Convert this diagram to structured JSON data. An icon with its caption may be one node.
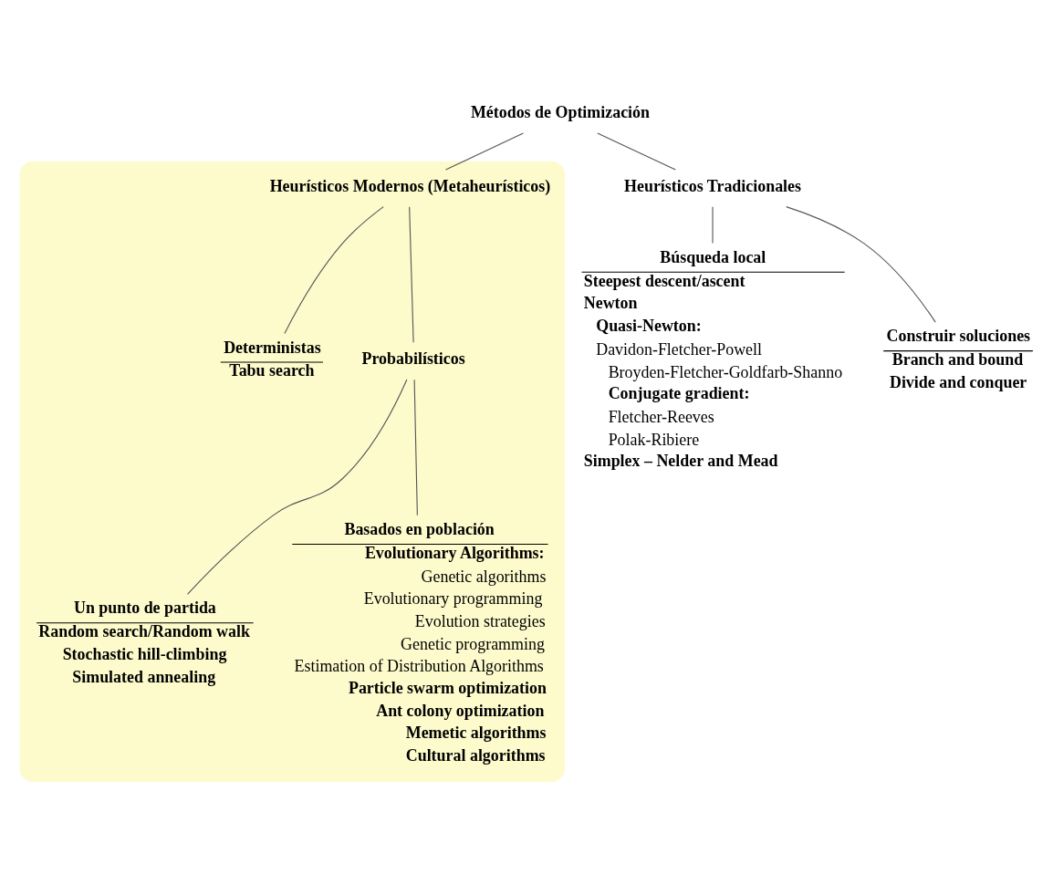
{
  "diagram": {
    "nodes": [
      {
        "text": [
          "Métodos de Optimización"
        ]
      },
      {
        "text": [
          "Heurísticos Tradicionales"
        ]
      },
      {
        "text": [],
        "shape": "blob"
      },
      {
        "text": [
          "Heurísticos Modernos (Metaheurísticos)"
        ],
        "in": 2
      },
      {
        "text": [
          "Búsqueda local",
          "Steepest descent/ascent",
          "Newton",
          "Quasi-Newton:",
          "Davidon-Fletcher-Powell",
          "Broyden-Fletcher-Goldfarb-Shanno",
          "Conjugate gradient:",
          "Fletcher-Reeves",
          "Polak-Ribiere",
          "Simplex – Nelder and Mead"
        ]
      },
      {
        "text": [
          "Construir soluciones",
          "Branch and bound",
          "Divide and conquer"
        ]
      },
      {
        "text": [
          "Deterministas",
          "Tabu search"
        ],
        "in": 2
      },
      {
        "text": [
          "Probabilísticos"
        ],
        "in": 2
      },
      {
        "text": [
          "Un punto de partida",
          "Random search/Random walk",
          "Stochastic hill-climbing",
          "Simulated annealing"
        ],
        "in": 2
      },
      {
        "text": [
          "Basados en población",
          "Evolutionary Algorithms:",
          "Genetic algorithms",
          "Evolutionary programming",
          "Evolution strategies",
          "Genetic programming",
          "Estimation of Distribution Algorithms",
          "Particle swarm optimization",
          "Ant colony optimization",
          "Memetic algorithms",
          "Cultural algorithms"
        ],
        "in": 2
      }
    ],
    "edges": [
      {
        "from": 0,
        "to": 1,
        "arrow": "none"
      },
      {
        "from": 0,
        "to": 3,
        "arrow": "none"
      },
      {
        "from": 1,
        "to": 4,
        "arrow": "none"
      },
      {
        "from": 1,
        "to": 5,
        "arrow": "none"
      },
      {
        "from": 3,
        "to": 6,
        "arrow": "none"
      },
      {
        "from": 3,
        "to": 7,
        "arrow": "none"
      },
      {
        "from": 7,
        "to": 8,
        "arrow": "none"
      },
      {
        "from": 7,
        "to": 9,
        "arrow": "none"
      }
    ]
  }
}
